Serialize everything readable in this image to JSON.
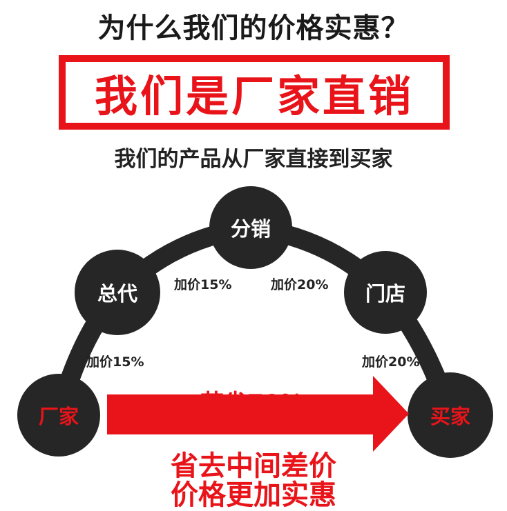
{
  "title": "为什么我们的价格实惠？",
  "banner": "我们是厂家直销",
  "subtitle": "我们的产品从厂家直接到买家",
  "nodes": {
    "factory": "厂家",
    "general_agent": "总代",
    "distributor": "分销",
    "store": "门店",
    "buyer": "买家"
  },
  "markups": {
    "factory_to_agent": "加价15%",
    "agent_to_distributor": "加价15%",
    "distributor_to_store": "加价20%",
    "store_to_buyer": "加价20%"
  },
  "savings": "节省70%",
  "bottom": {
    "line1": "省去中间差价",
    "line2": "价格更加实惠"
  },
  "colors": {
    "red": "#e8141a",
    "dark": "#262626"
  }
}
